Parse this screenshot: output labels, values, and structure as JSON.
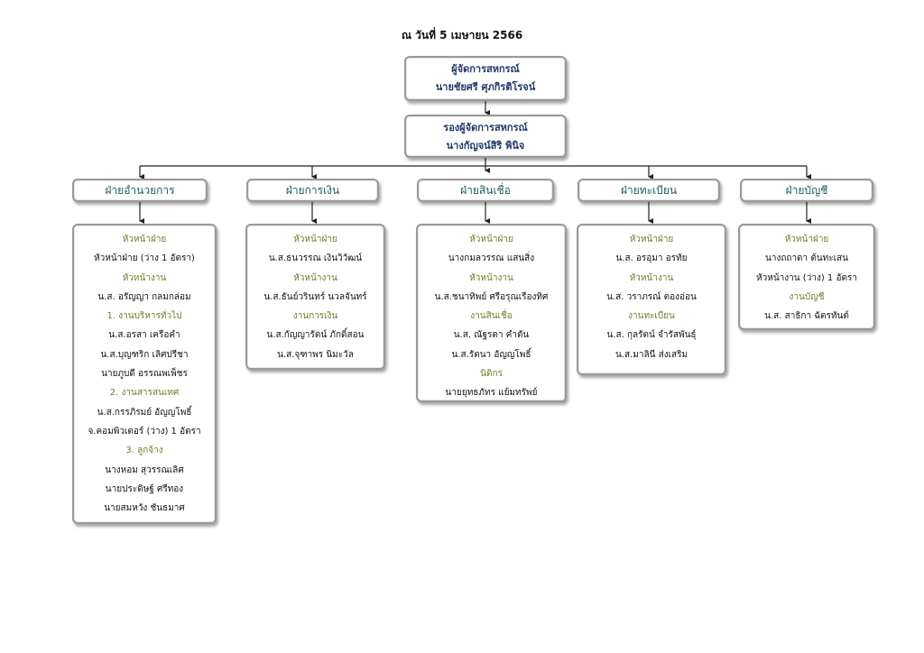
{
  "date": "ณ วันที่ 5 เมษายน 2566",
  "top": {
    "title": "ผู้จัดการสหกรณ์",
    "name": "นายชัยศรี ศุภกิรติโรจน์"
  },
  "deputy": {
    "title": "รองผู้จัดการสหกรณ์",
    "name": "นางกัญจน์สิริ พินิจ"
  },
  "departments": [
    {
      "name": "ฝ่ายอำนวยการ",
      "lines": [
        {
          "text": "หัวหน้าฝ่าย",
          "role": "label"
        },
        {
          "text": "หัวหน้าฝ่าย (ว่าง 1 อัตรา)",
          "role": "value"
        },
        {
          "text": "หัวหน้างาน",
          "role": "label"
        },
        {
          "text": "น.ส. อรัญญา กลมกล่อม",
          "role": "value"
        },
        {
          "text": "1. งานบริหารทั่วไป",
          "role": "label"
        },
        {
          "text": "น.ส.อรสา เครือคำ",
          "role": "value"
        },
        {
          "text": "น.ส.บุญฑริก เลิศปรีชา",
          "role": "value"
        },
        {
          "text": "นายภูบดี อรรณพเพ็ชร",
          "role": "value"
        },
        {
          "text": "2. งานสารสนเทศ",
          "role": "label"
        },
        {
          "text": "น.ส.กรรภิรมย์ อัญญโพธิ์",
          "role": "value"
        },
        {
          "text": "จ.คอมพิวเตอร์ (ว่าง) 1 อัตรา",
          "role": "value"
        },
        {
          "text": "3. ลูกจ้าง",
          "role": "label"
        },
        {
          "text": "นางหอม สุวรรณเลิศ",
          "role": "value"
        },
        {
          "text": "นายประดิษฐ์ ศรีทอง",
          "role": "value"
        },
        {
          "text": "นายสมหวัง ชันธมาศ",
          "role": "value"
        }
      ]
    },
    {
      "name": "ฝ่ายการเงิน",
      "lines": [
        {
          "text": "หัวหน้าฝ่าย",
          "role": "label"
        },
        {
          "text": "น.ส.ธนวรรณ เงินวิวัฒน์",
          "role": "value"
        },
        {
          "text": "หัวหน้างาน",
          "role": "label"
        },
        {
          "text": "น.ส.ธันย์วรินทร์ นวลจันทร์",
          "role": "value"
        },
        {
          "text": "งานการเงิน",
          "role": "label"
        },
        {
          "text": "น.ส.กัญญารัตน์ ภักดิ์สอน",
          "role": "value"
        },
        {
          "text": "น.ส.จุฑาพร นิมะวัล",
          "role": "value"
        }
      ]
    },
    {
      "name": "ฝ่ายสินเชื่อ",
      "lines": [
        {
          "text": "หัวหน้าฝ่าย",
          "role": "label"
        },
        {
          "text": "นางกมลวรรณ แสนสิ่ง",
          "role": "value"
        },
        {
          "text": "หัวหน้างาน",
          "role": "label"
        },
        {
          "text": "น.ส.ชนาทิพย์ ศรีอรุณเรืองทิศ",
          "role": "value"
        },
        {
          "text": "งานสินเชื่อ",
          "role": "label"
        },
        {
          "text": "น.ส. ณัฐรดา คำตัน",
          "role": "value"
        },
        {
          "text": "น.ส.รัตนา อัญญโพธิ์",
          "role": "value"
        },
        {
          "text": "นิติกร",
          "role": "label"
        },
        {
          "text": "นายยุทธภัทร แย้มทรัพย์",
          "role": "value"
        }
      ]
    },
    {
      "name": "ฝ่ายทะเบียน",
      "lines": [
        {
          "text": "หัวหน้าฝ่าย",
          "role": "label"
        },
        {
          "text": "น.ส. อรอุมา อรทัย",
          "role": "value"
        },
        {
          "text": "หัวหน้างาน",
          "role": "label"
        },
        {
          "text": "น.ส. วราภรณ์ ตองอ่อน",
          "role": "value"
        },
        {
          "text": "งานทะเบียน",
          "role": "label"
        },
        {
          "text": "น.ส. กุลรัตน์ จำรัสพันธุ์",
          "role": "value"
        },
        {
          "text": "น.ส.มาลินี ส่งเสริม",
          "role": "value"
        }
      ]
    },
    {
      "name": "ฝ่ายบัญชี",
      "lines": [
        {
          "text": "หัวหน้าฝ่าย",
          "role": "label"
        },
        {
          "text": "นางถถาดา ต้นทะเสน",
          "role": "value"
        },
        {
          "text": "หัวหน้างาน (ว่าง) 1 อัตรา",
          "role": "value"
        },
        {
          "text": "งานบัญชี",
          "role": "label"
        },
        {
          "text": "น.ส. สาธิกา ฉัตรทันต์",
          "role": "value"
        }
      ]
    }
  ]
}
